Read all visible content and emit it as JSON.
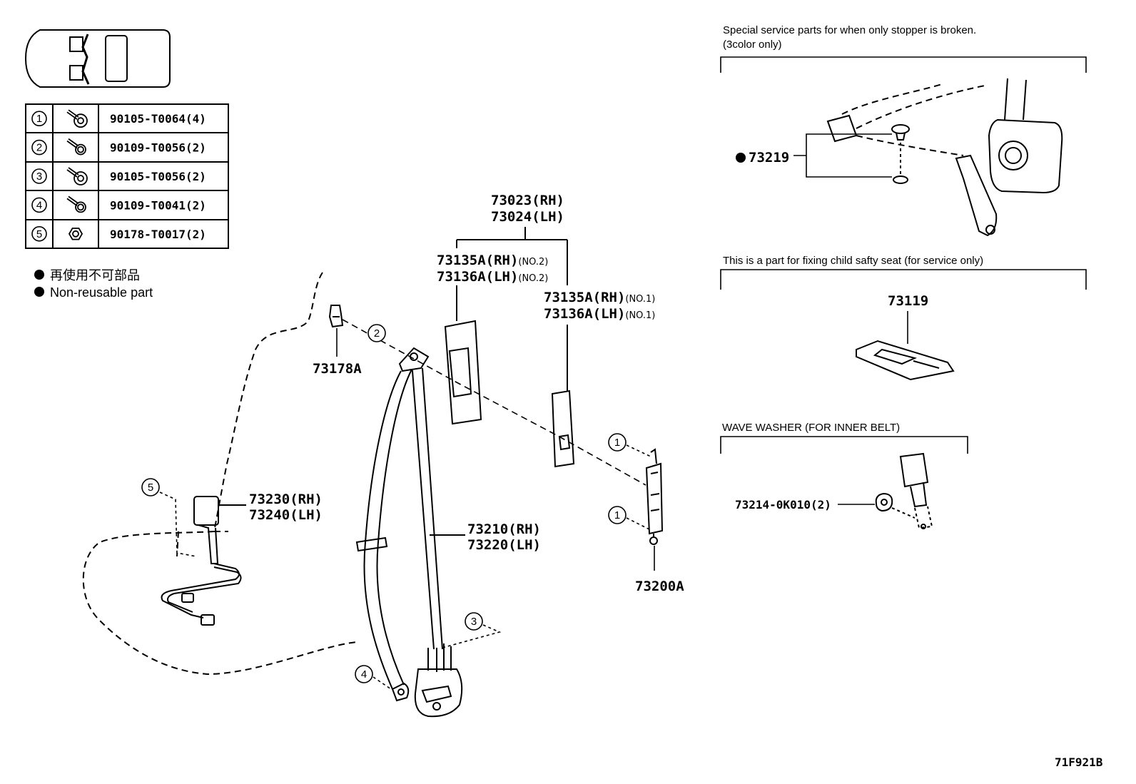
{
  "fastener_table": [
    {
      "ref": "1",
      "part": "90105-T0064(4)",
      "icon": "flange-bolt-icon"
    },
    {
      "ref": "2",
      "part": "90109-T0056(2)",
      "icon": "bolt-icon"
    },
    {
      "ref": "3",
      "part": "90105-T0056(2)",
      "icon": "flange-bolt-icon"
    },
    {
      "ref": "4",
      "part": "90109-T0041(2)",
      "icon": "bolt-icon"
    },
    {
      "ref": "5",
      "part": "90178-T0017(2)",
      "icon": "nut-icon"
    }
  ],
  "legend": {
    "japanese": "再使用不可部品",
    "english": "Non-reusable part"
  },
  "callouts": {
    "c1": "1",
    "c2": "2",
    "c3": "3",
    "c4": "4",
    "c5": "5"
  },
  "parts": {
    "bracket_top_1": "73023(RH)",
    "bracket_top_2": "73024(LH)",
    "cover_no2_1": "73135A(RH)",
    "cover_no2_1_q": "(NO.2)",
    "cover_no2_2": "73136A(LH)",
    "cover_no2_2_q": "(NO.2)",
    "cover_no1_1": "73135A(RH)",
    "cover_no1_1_q": "(NO.1)",
    "cover_no1_2": "73136A(LH)",
    "cover_no1_2_q": "(NO.1)",
    "clip": "73178A",
    "buckle_1": "73230(RH)",
    "buckle_2": "73240(LH)",
    "belt_1": "73210(RH)",
    "belt_2": "73220(LH)",
    "adjuster": "73200A"
  },
  "inset_stopper": {
    "note_line1": "Special service parts for when only stopper is broken.",
    "note_line2": "(3color only)",
    "part": "73219"
  },
  "inset_child_seat": {
    "note": "This is a part for fixing child safty seat (for service only)",
    "part": "73119"
  },
  "inset_washer": {
    "note": "WAVE WASHER (FOR INNER BELT)",
    "part": "73214-0K010(2)"
  },
  "figure_code": "71F921B",
  "colors": {
    "ink": "#000000",
    "paper": "#ffffff"
  }
}
